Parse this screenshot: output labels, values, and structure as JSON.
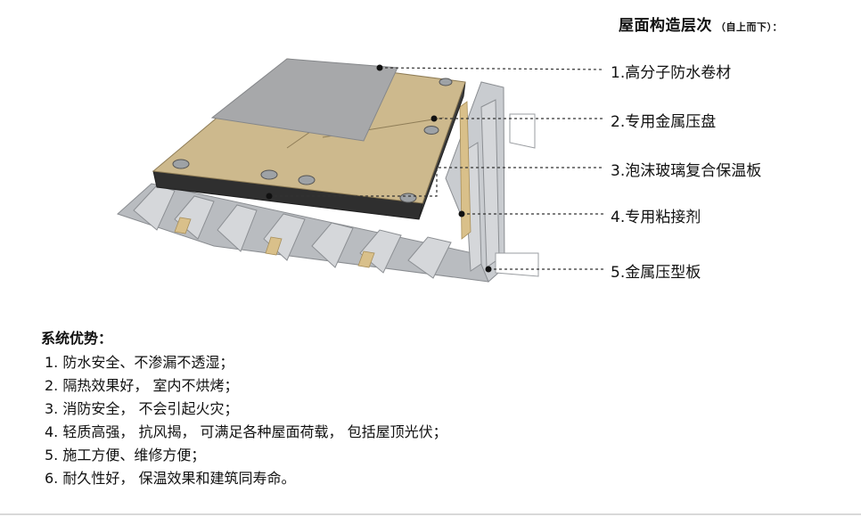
{
  "heading": {
    "title": "屋面构造层次",
    "note": "（自上而下）："
  },
  "layers": [
    {
      "label": "1.高分子防水卷材"
    },
    {
      "label": "2.专用金属压盘"
    },
    {
      "label": "3.泡沫玻璃复合保温板"
    },
    {
      "label": "4.专用粘接剂"
    },
    {
      "label": "5.金属压型板"
    }
  ],
  "advantages": {
    "title": "系统优势：",
    "items": [
      "1. 防水安全、不渗漏不透湿；",
      "2. 隔热效果好， 室内不烘烤；",
      "3. 消防安全， 不会引起火灾；",
      "4. 轻质高强， 抗风揭， 可满足各种屋面荷载， 包括屋顶光伏；",
      "5. 施工方便、维修方便；",
      "6. 耐久性好， 保温效果和建筑同寿命。"
    ]
  },
  "colors": {
    "membrane": "#a7a8aa",
    "board": "#cdb98d",
    "foam": "#3a3a3a",
    "deck": "#c4c6c9",
    "adhesive": "#d9c08a",
    "washer": "#9ea2a6"
  }
}
